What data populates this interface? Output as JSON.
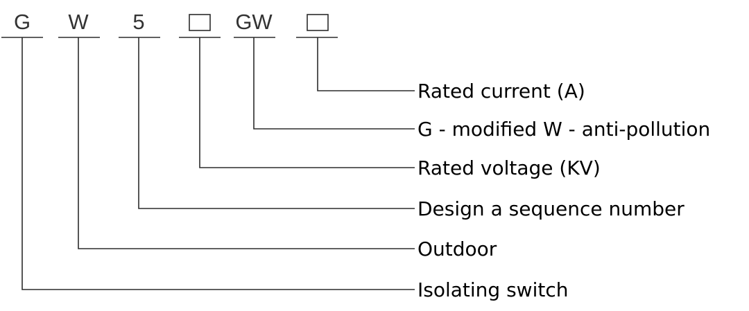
{
  "codes": [
    "G",
    "W",
    "5",
    "",
    "GW",
    ""
  ],
  "descriptions": [
    "Isolating switch",
    "Outdoor",
    "Design a sequence number",
    "Rated voltage (KV)",
    "G - modified W - anti-pollution",
    "Rated current (A)"
  ]
}
